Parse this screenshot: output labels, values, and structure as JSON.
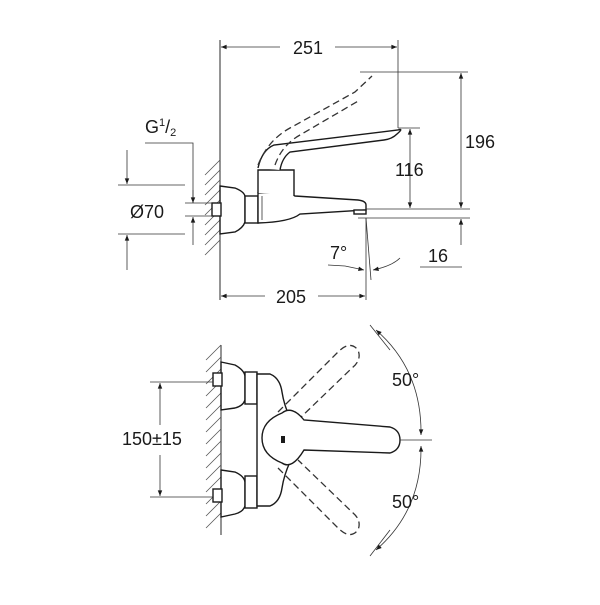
{
  "side_view": {
    "dimensions": {
      "overall_length": "251",
      "spout_length": "205",
      "lever_height_open": "196",
      "lever_height": "116",
      "spout_drop": "16",
      "pipe_diameter_symbol": "Ø",
      "pipe_diameter": "70",
      "thread_main": "G",
      "thread_num": "1",
      "thread_den": "2",
      "outlet_angle": "7°"
    }
  },
  "top_view": {
    "dimensions": {
      "inlet_spacing": "150±15",
      "angle_upper": "50°",
      "angle_lower": "50°"
    }
  }
}
